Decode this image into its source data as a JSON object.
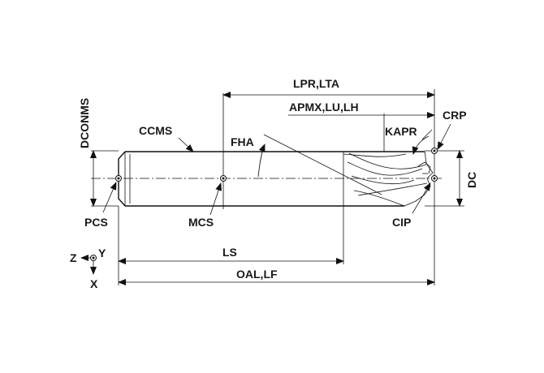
{
  "labels": {
    "lpr_lta": "LPR,LTA",
    "apmx_lu_lh": "APMX,LU,LH",
    "crp": "CRP",
    "kapr": "KAPR",
    "dconms": "DCONMS",
    "ccms": "CCMS",
    "fha": "FHA",
    "dc": "DC",
    "pcs": "PCS",
    "mcs": "MCS",
    "cip": "CIP",
    "ls": "LS",
    "oal_lf": "OAL,LF",
    "axis_z": "Z",
    "axis_y": "Y",
    "axis_x": "X"
  }
}
